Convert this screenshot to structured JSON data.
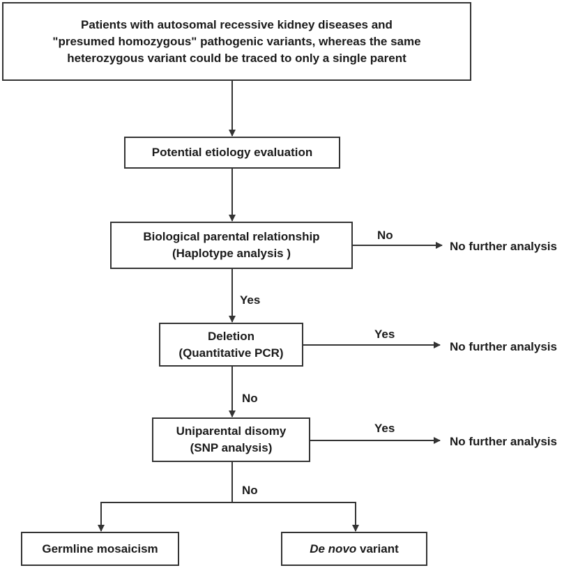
{
  "boxes": {
    "patients": {
      "lines": [
        "Patients with autosomal recessive kidney diseases and",
        "\"presumed homozygous\" pathogenic variants, whereas the same",
        "heterozygous variant could be traced to only a single parent"
      ]
    },
    "etiology": {
      "text": "Potential etiology evaluation"
    },
    "biological": {
      "lines": [
        "Biological parental relationship",
        "(Haplotype analysis )"
      ]
    },
    "deletion": {
      "lines": [
        "Deletion",
        "(Quantitative PCR)"
      ]
    },
    "upd": {
      "lines": [
        "Uniparental disomy",
        "(SNP analysis)"
      ]
    },
    "germline": {
      "text": "Germline mosaicism"
    },
    "denovo": {
      "italic": "De novo",
      "rest": " variant"
    }
  },
  "labels": {
    "no_bio": "No",
    "yes_bio": "Yes",
    "yes_deletion": "Yes",
    "no_deletion": "No",
    "yes_upd": "Yes",
    "no_upd": "No"
  },
  "outcomes": {
    "bio_no": "No further analysis",
    "deletion_yes": "No further analysis",
    "upd_yes": "No further analysis"
  },
  "colors": {
    "stroke": "#333333",
    "text": "#1a1a1a"
  }
}
